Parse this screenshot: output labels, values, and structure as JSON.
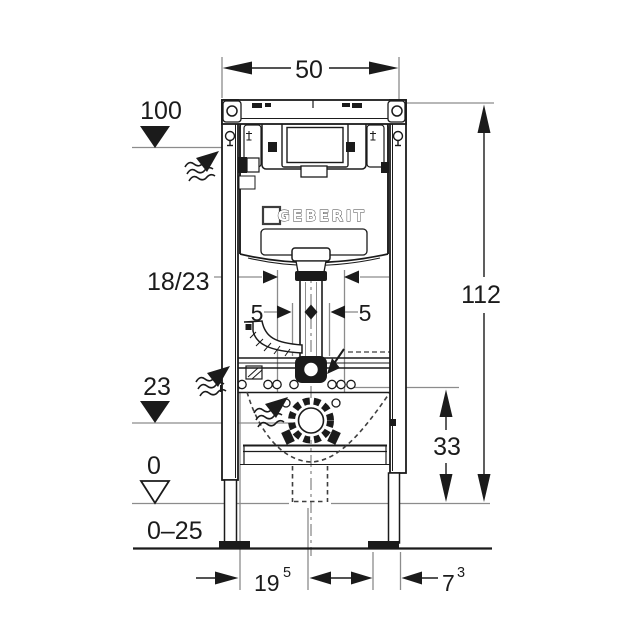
{
  "drawing": {
    "brand_logo": "GEBERIT",
    "colors": {
      "ink": "#1b1b1b",
      "reference_line": "#8c8c8c",
      "dashed_outline": "#3f3f3f",
      "background": "#ffffff"
    },
    "dimensions": {
      "width_top": "50",
      "level_100": "100",
      "height_total": "112",
      "fixing_spacing": "18/23",
      "offset_left": "5",
      "offset_right": "5",
      "level_23": "23",
      "outlet_height": "33",
      "level_0": "0",
      "floor_buildup_range": "0–25",
      "foot_left": {
        "value": "19",
        "sup": "5"
      },
      "foot_right": {
        "value": "7",
        "sup": "3"
      }
    }
  }
}
